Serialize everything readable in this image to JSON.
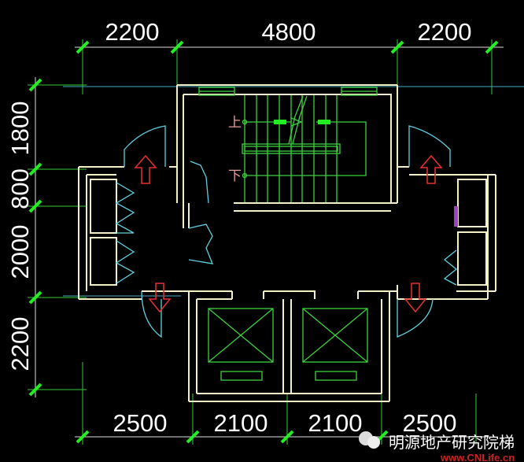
{
  "dimensions": {
    "top": [
      "2200",
      "4800",
      "2200"
    ],
    "left": [
      "1800",
      "800",
      "2000",
      "2200"
    ],
    "bottom": [
      "2500",
      "2100",
      "2100",
      "2500"
    ]
  },
  "stair_labels": {
    "up": "上",
    "down": "下"
  },
  "watermark": {
    "text": "明源地产研究院梯",
    "site": "www.CNLife.cn"
  },
  "colors": {
    "wall": "#f2f0c4",
    "stair": "#3cd23c",
    "door": "#5fd0e0",
    "arrow": "#e83030",
    "background": "#000000"
  }
}
